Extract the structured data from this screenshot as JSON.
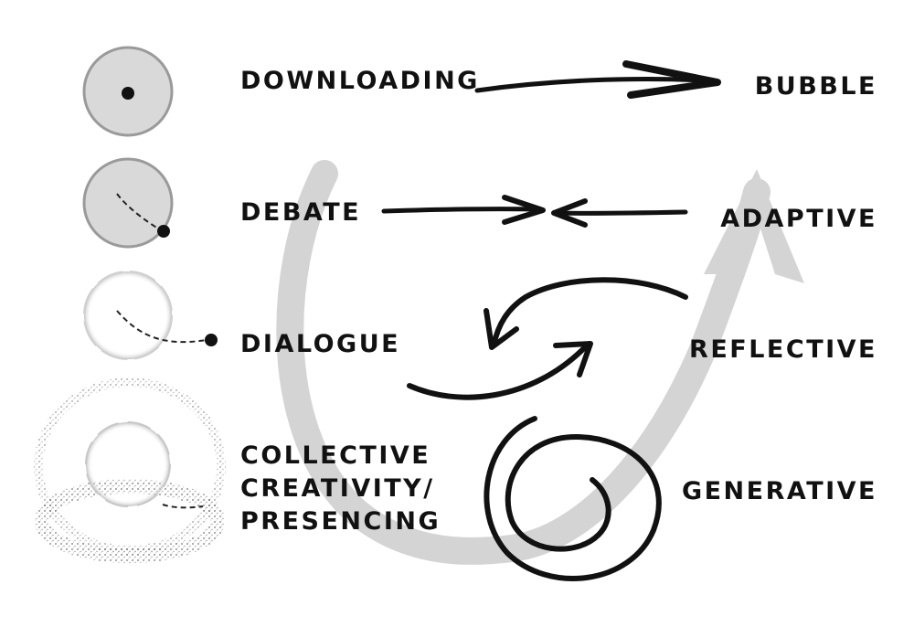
{
  "levels": {
    "left": [
      {
        "id": "downloading",
        "label": "DOWNLOADING"
      },
      {
        "id": "debate",
        "label": "DEBATE"
      },
      {
        "id": "dialogue",
        "label": "DIALOGUE"
      },
      {
        "id": "collective",
        "label_lines": [
          "COLLECTIVE",
          "CREATIVITY/",
          "PRESENCING"
        ]
      }
    ],
    "right": [
      {
        "id": "bubble",
        "label": "BUBBLE"
      },
      {
        "id": "adaptive",
        "label": "ADAPTIVE"
      },
      {
        "id": "reflective",
        "label": "REFLECTIVE"
      },
      {
        "id": "generative",
        "label": "GENERATIVE"
      }
    ]
  },
  "colors": {
    "ink": "#111111",
    "circle_fill": "#d9d9d9",
    "circle_stroke": "#9a9a9a",
    "u_arrow": "#d4d4d4"
  }
}
